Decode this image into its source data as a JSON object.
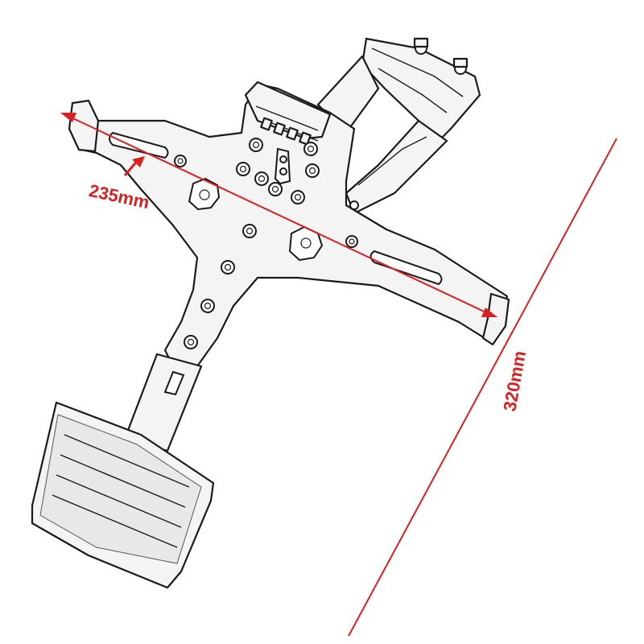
{
  "dimensions": {
    "width_label": "235mm",
    "height_label": "320mm"
  },
  "colors": {
    "dimension_red": "#d92020",
    "outline": "#1a1a1a",
    "background": "#ffffff"
  },
  "object": {
    "kind": "motorcycle license plate bracket with rear reflector",
    "icon": "bracket-illustration"
  }
}
